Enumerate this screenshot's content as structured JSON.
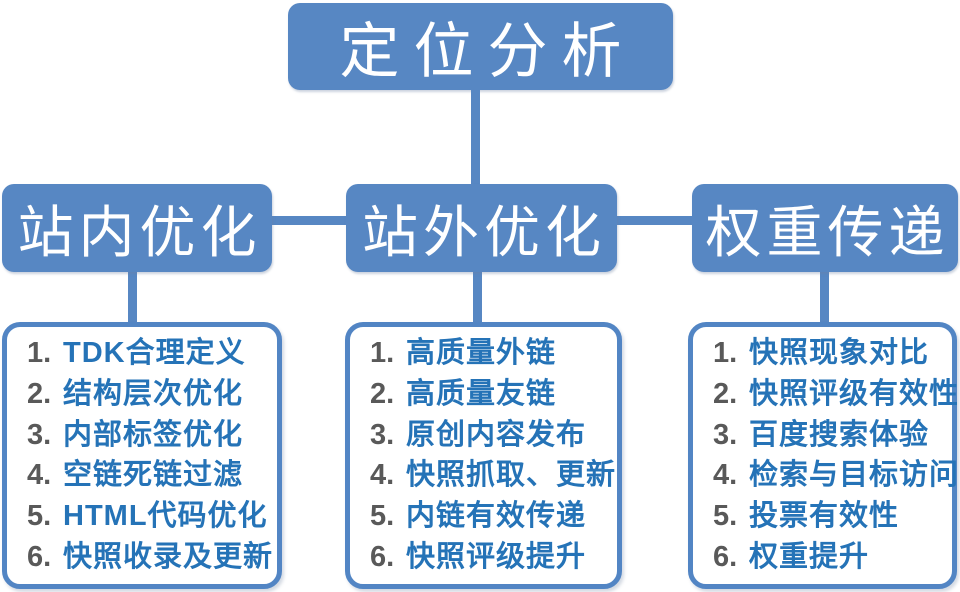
{
  "diagram": {
    "root": {
      "label": "定位分析"
    },
    "branches": [
      {
        "label": "站内优化",
        "items": [
          {
            "num": "1.",
            "text": "TDK合理定义"
          },
          {
            "num": "2.",
            "text": "结构层次优化"
          },
          {
            "num": "3.",
            "text": "内部标签优化"
          },
          {
            "num": "4.",
            "text": "空链死链过滤"
          },
          {
            "num": "5.",
            "text": "HTML代码优化"
          },
          {
            "num": "6.",
            "text": "快照收录及更新"
          }
        ]
      },
      {
        "label": "站外优化",
        "items": [
          {
            "num": "1.",
            "text": "高质量外链"
          },
          {
            "num": "2.",
            "text": "高质量友链"
          },
          {
            "num": "3.",
            "text": "原创内容发布"
          },
          {
            "num": "4.",
            "text": "快照抓取、更新"
          },
          {
            "num": "5.",
            "text": "内链有效传递"
          },
          {
            "num": "6.",
            "text": "快照评级提升"
          }
        ]
      },
      {
        "label": "权重传递",
        "items": [
          {
            "num": "1.",
            "text": "快照现象对比"
          },
          {
            "num": "2.",
            "text": "快照评级有效性"
          },
          {
            "num": "3.",
            "text": "百度搜索体验"
          },
          {
            "num": "4.",
            "text": "检索与目标访问"
          },
          {
            "num": "5.",
            "text": "投票有效性"
          },
          {
            "num": "6.",
            "text": "权重提升"
          }
        ]
      }
    ],
    "colors": {
      "node_fill": "#5787C3",
      "node_text": "#FFFFFF",
      "connector": "#5787C3",
      "panel_border": "#5285C4",
      "item_text": "#2573B7",
      "item_number": "#595959",
      "background": "#FFFFFF"
    }
  }
}
